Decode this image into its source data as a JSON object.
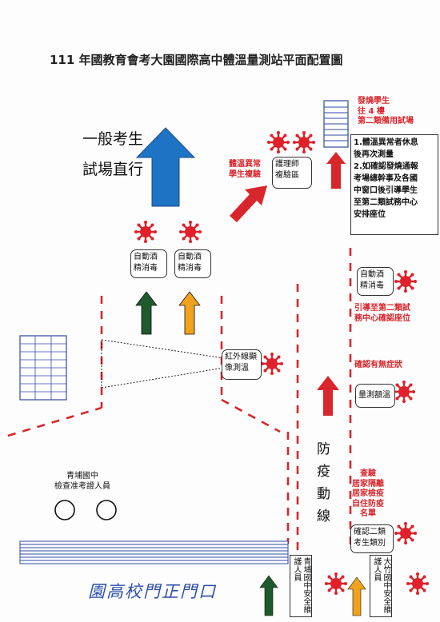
{
  "title": "111 年國教育會考大園國際高中體溫量測站平面配置圖",
  "general_exam": "一般考生",
  "exam_direct": "試場直行",
  "building_note": {
    "line1": "發燒學生",
    "line2": "往 4 樓",
    "line3": "第二類備用試場"
  },
  "instructions": [
    "1.體溫異常者休息",
    "後再次測量",
    "2.如確認發燒通報",
    "考場總幹事及各國",
    "中窗口後引導學生",
    "至第二類試務中心",
    "安排座位"
  ],
  "abnormal_temp": {
    "line1": "體溫異常",
    "line2": "學生複驗"
  },
  "nurse_station": {
    "line1": "護理師",
    "line2": "複驗區"
  },
  "alcohol_left": {
    "line1": "自動酒",
    "line2": "精消毒"
  },
  "alcohol_mid": {
    "line1": "自動酒",
    "line2": "精消毒"
  },
  "alcohol_right": {
    "line1": "自動酒",
    "line2": "精消毒"
  },
  "guide_second": {
    "line1": "引導至第二類試",
    "line2": "務中心確認座位"
  },
  "infrared": {
    "line1": "紅外線顯",
    "line2": "像測溫"
  },
  "check_symptoms": "確認有無症狀",
  "forehead_temp": {
    "line1": "量測額溫"
  },
  "epidemic_route": [
    "防",
    "疫",
    "動",
    "線"
  ],
  "qingpu": {
    "line1": "青埔國中",
    "line2": "檢查准考證人員"
  },
  "quarantine_check": [
    "查驗",
    "居家隔離",
    "居家檢疫",
    "自住防疫",
    "名單"
  ],
  "confirm_category": {
    "line1": "確認二類",
    "line2": "考生類別"
  },
  "security_qingpu": "青埔國中安全維護人員",
  "security_dazhu": "大竹國中安全維護人員",
  "main_gate": "園高校門正門口",
  "colors": {
    "blue_arrow": "#1f73c4",
    "red_arrow": "#d8262c",
    "green_arrow": "#1f5a2c",
    "orange_arrow": "#f0a21c",
    "virus": "#e0202a",
    "dash": "#d8262c",
    "grid": "#2c4aa0"
  }
}
